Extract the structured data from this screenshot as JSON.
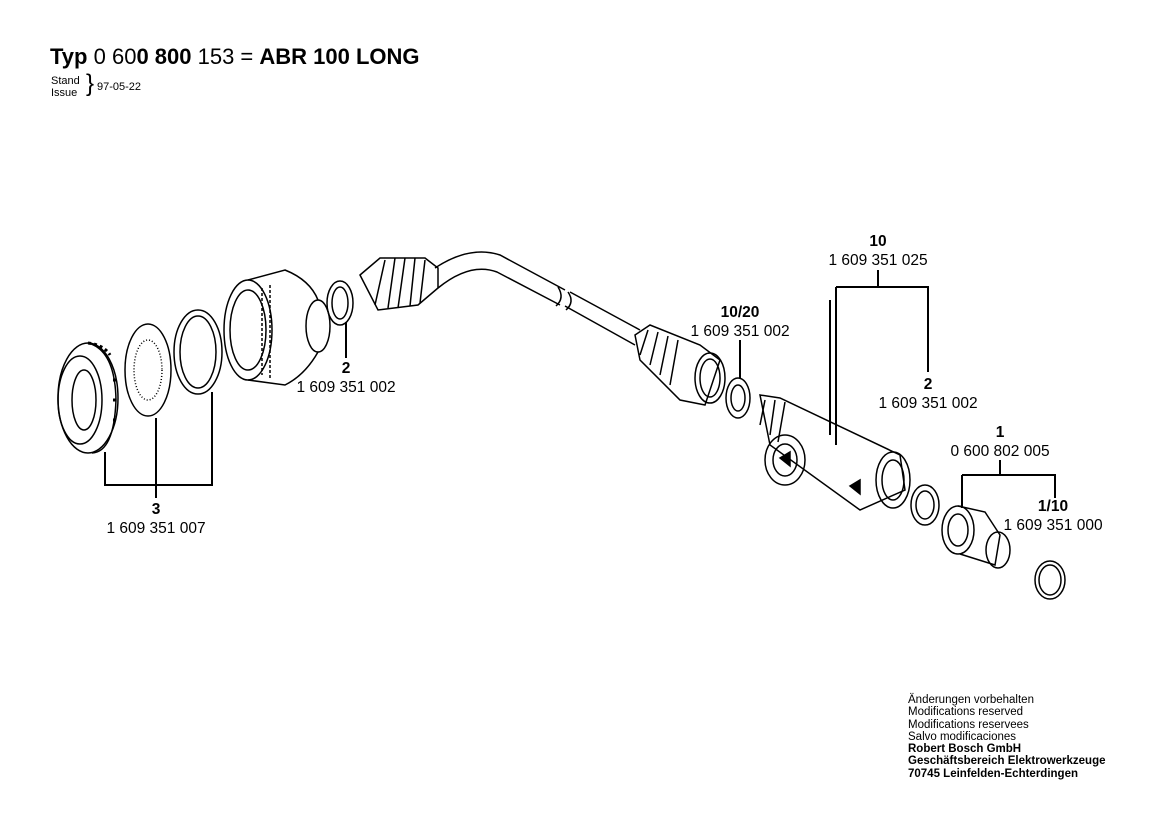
{
  "header": {
    "typ_label": "Typ",
    "number_part1": "0 60",
    "number_part2": "0 800",
    "number_part3": " 153 = ",
    "model": "ABR 100 LONG",
    "stand_label": "Stand",
    "issue_label": "Issue",
    "brace": "}",
    "date": "97-05-22"
  },
  "parts": [
    {
      "pos": "10",
      "number": "1 609 351 025"
    },
    {
      "pos": "10/20",
      "number": "1 609 351 002"
    },
    {
      "pos": "2",
      "number": "1 609 351 002"
    },
    {
      "pos": "2",
      "number": "1 609 351 002"
    },
    {
      "pos": "1",
      "number": "0 600 802 005"
    },
    {
      "pos": "1/10",
      "number": "1 609 351 000"
    },
    {
      "pos": "3",
      "number": "1 609 351 007"
    }
  ],
  "footer": {
    "lines": [
      "Änderungen vorbehalten",
      "Modifications reserved",
      "Modifications reservees",
      "Salvo modificaciones"
    ],
    "company": "Robert Bosch GmbH",
    "division": "Geschäftsbereich Elektrowerkzeuge",
    "address": "70745 Leinfelden-Echterdingen"
  }
}
